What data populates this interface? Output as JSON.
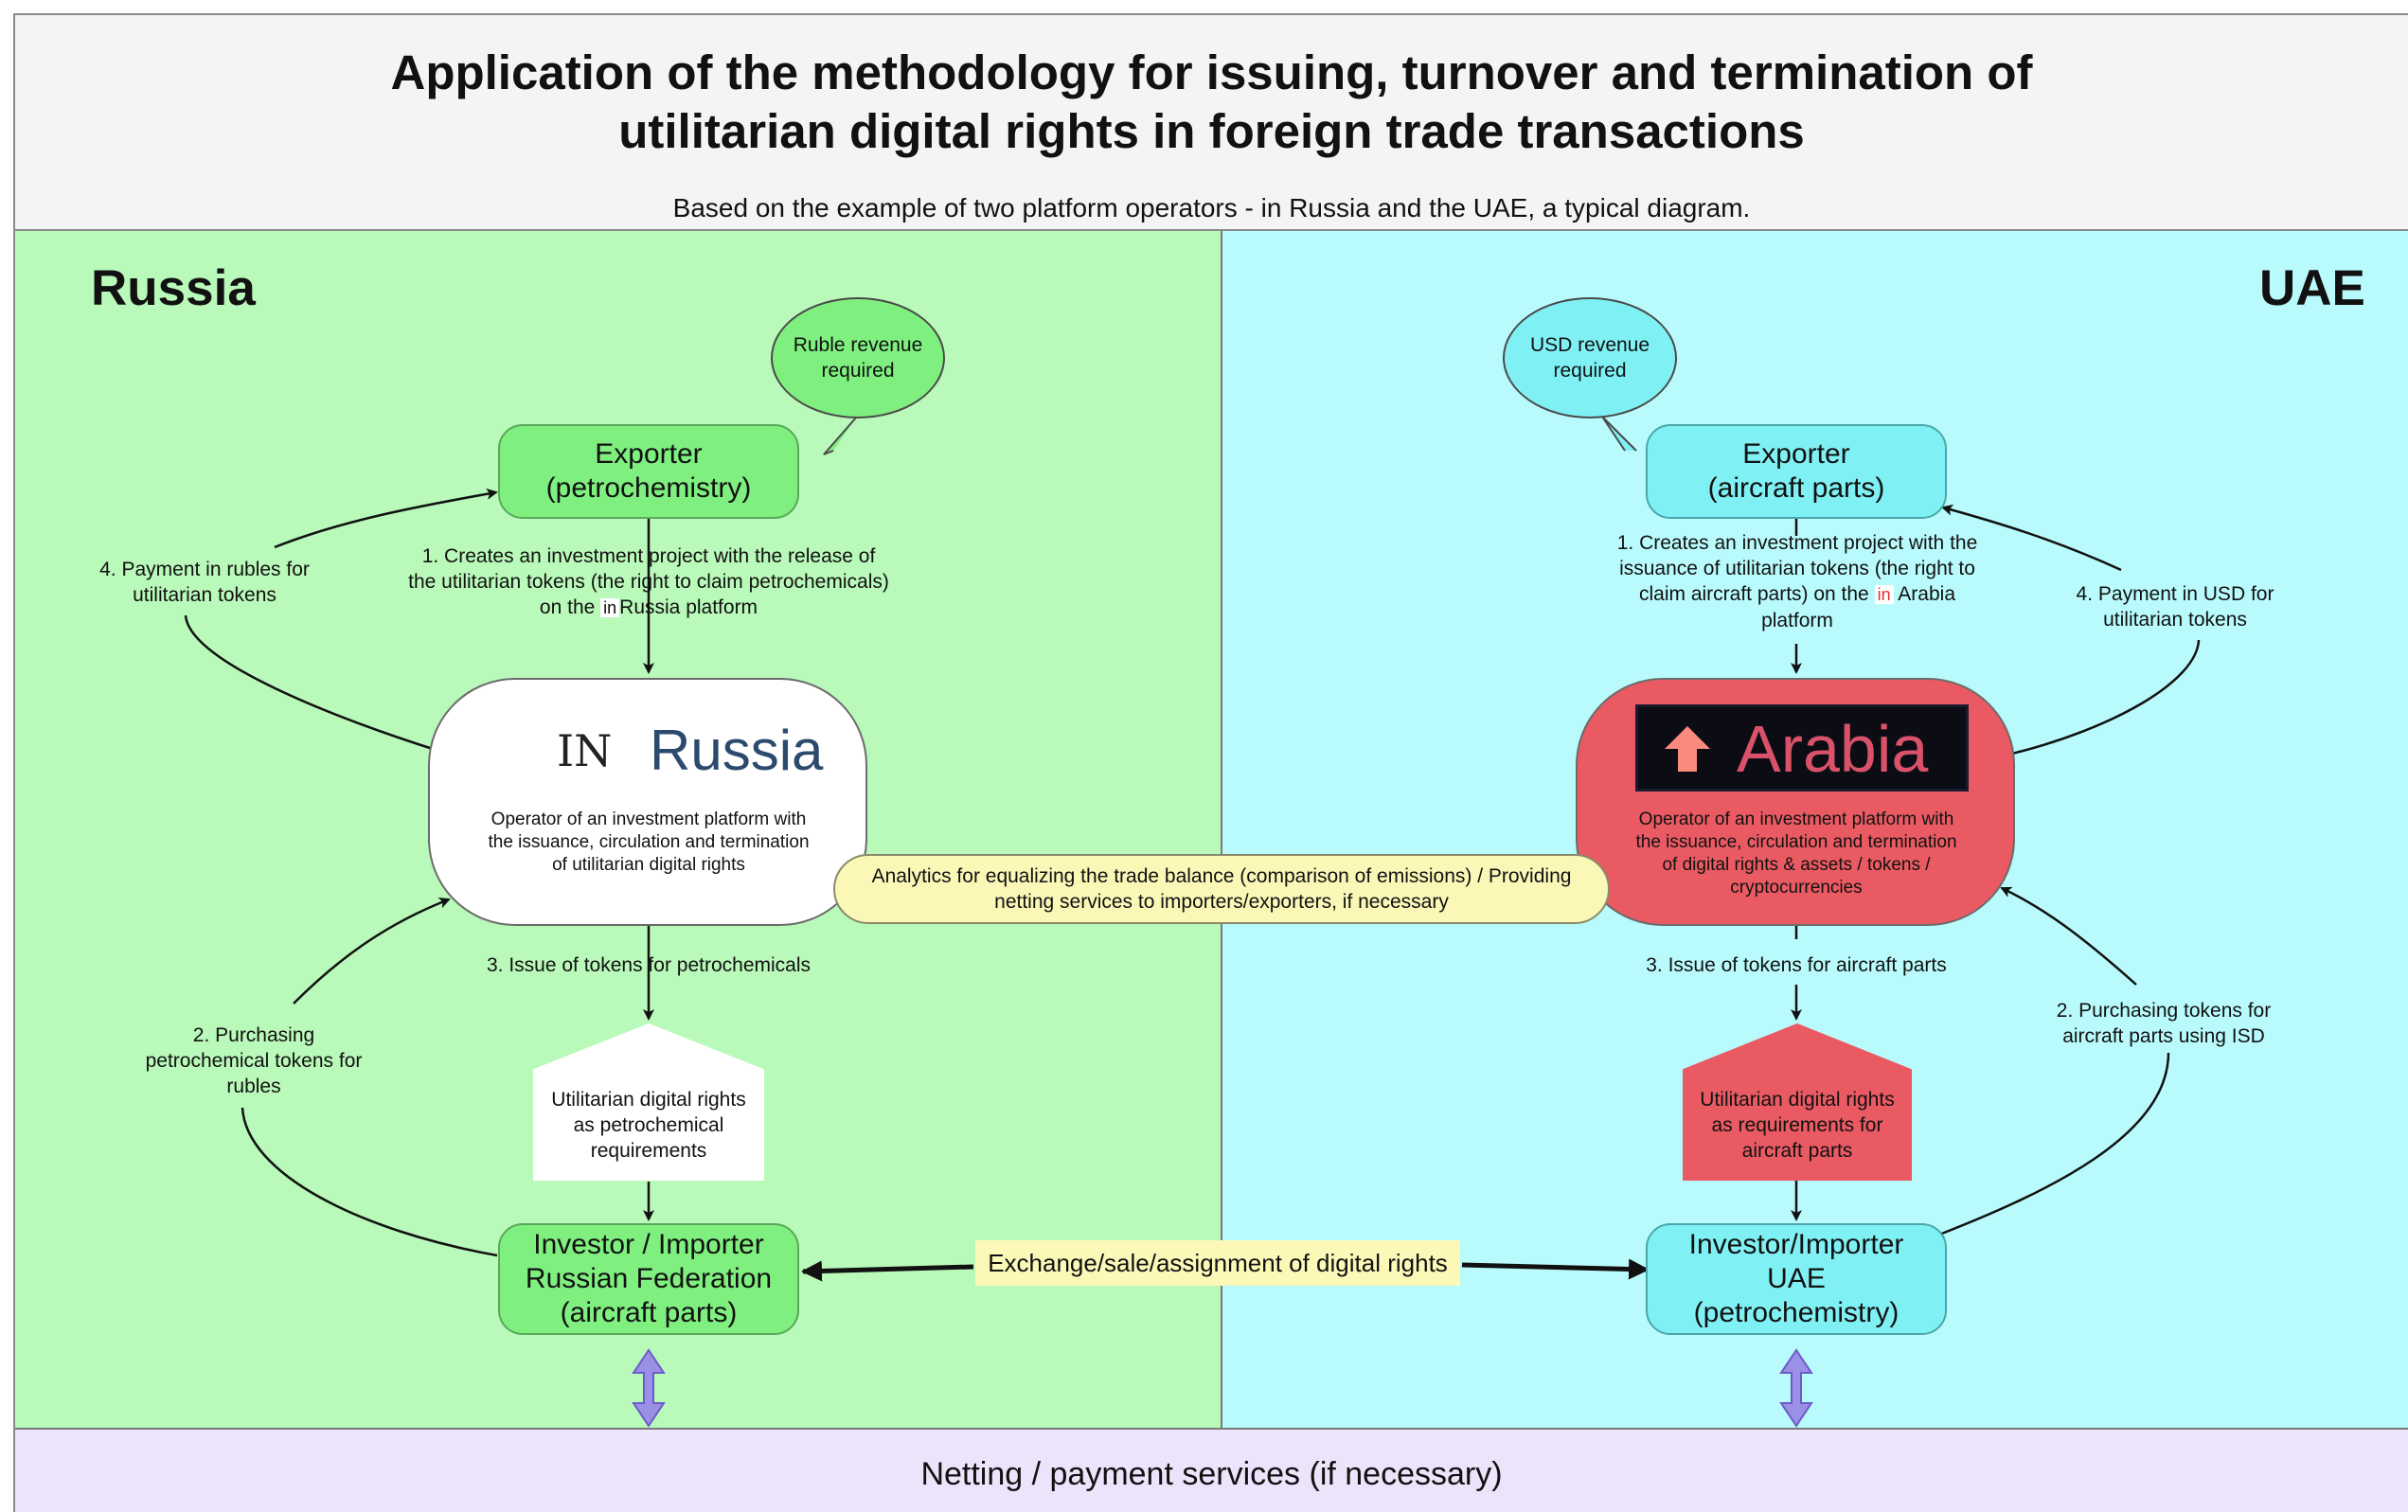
{
  "header": {
    "title_line1": "Application of the methodology for issuing, turnover and termination of",
    "title_line2": "utilitarian digital rights in foreign trade transactions",
    "subtitle": "Based on the example of two platform operators - in Russia and the UAE, a typical diagram."
  },
  "colors": {
    "russia_panel": "#b9f9b9",
    "uae_panel": "#b9fbfc",
    "footer": "#ece4fb",
    "arabia_platform": "#ea5a63"
  },
  "russia": {
    "region_label": "Russia",
    "bubble_line1": "Ruble revenue",
    "bubble_line2": "required",
    "exporter_line1": "Exporter",
    "exporter_line2": "(petrochemistry)",
    "step1_line1": "1. Creates an investment project with the release of",
    "step1_line2": "the utilitarian tokens (the right to claim petrochemicals)",
    "step1_line3_pre": "on the",
    "step1_line3_in": "in",
    "step1_line3_post": "Russia platform",
    "step4_line1": "4. Payment in rubles for",
    "step4_line2": "utilitarian tokens",
    "logo_in": "IN",
    "logo_name": "Russia",
    "operator_line1": "Operator of an investment platform with",
    "operator_line2": "the issuance, circulation and termination",
    "operator_line3": "of utilitarian digital rights",
    "step3": "3. Issue of tokens for petrochemicals",
    "step2_line1": "2. Purchasing",
    "step2_line2": "petrochemical tokens for",
    "step2_line3": "rubles",
    "rights_line1": "Utilitarian digital rights",
    "rights_line2": "as petrochemical",
    "rights_line3": "requirements",
    "investor_line1": "Investor / Importer",
    "investor_line2": "Russian Federation",
    "investor_line3": "(aircraft parts)"
  },
  "uae": {
    "region_label": "UAE",
    "bubble_line1": "USD revenue",
    "bubble_line2": "required",
    "exporter_line1": "Exporter",
    "exporter_line2": "(aircraft parts)",
    "step1_line1": "1. Creates an investment project with the",
    "step1_line2": "issuance of utilitarian tokens (the right to",
    "step1_line3_pre": "claim aircraft parts) on the",
    "step1_line3_in": "in",
    "step1_line3_post": "Arabia",
    "step1_line4": "platform",
    "step4_line1": "4. Payment in USD for",
    "step4_line2": "utilitarian tokens",
    "logo_name": "Arabia",
    "logo_icon": "up-arrow-icon",
    "operator_line1": "Operator of an investment platform with",
    "operator_line2": "the issuance, circulation and termination",
    "operator_line3": "of digital rights & assets / tokens /",
    "operator_line4": "cryptocurrencies",
    "step3": "3. Issue of tokens for aircraft parts",
    "step2_line1": "2. Purchasing tokens for",
    "step2_line2": "aircraft parts using ISD",
    "rights_line1": "Utilitarian digital rights",
    "rights_line2": "as requirements for",
    "rights_line3": "aircraft parts",
    "investor_line1": "Investor/Importer",
    "investor_line2": "UAE",
    "investor_line3": "(petrochemistry)"
  },
  "center": {
    "analytics_line1": "Analytics for equalizing the trade balance (comparison of emissions) / Providing",
    "analytics_line2": "netting services to importers/exporters, if necessary",
    "exchange": "Exchange/sale/assignment of digital rights"
  },
  "footer": {
    "text": "Netting / payment services (if necessary)"
  }
}
